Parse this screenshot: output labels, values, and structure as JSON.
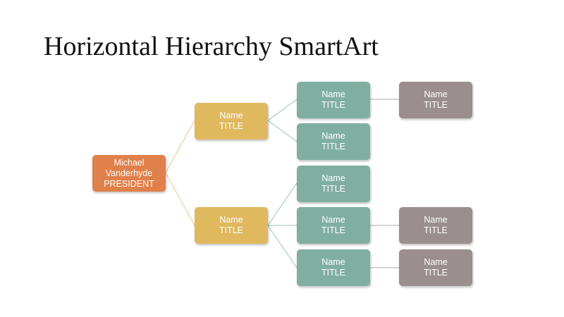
{
  "title": "Horizontal Hierarchy SmartArt",
  "colors": {
    "president": "#E0804A",
    "level2": "#E0B85E",
    "level3": "#80AFA2",
    "level4": "#9A8F8E"
  },
  "president": {
    "line1": "Michael",
    "line2": "Vanderhyde",
    "role": "PRESIDENT"
  },
  "level2": [
    {
      "name": "Name",
      "role": "TITLE"
    },
    {
      "name": "Name",
      "role": "TITLE"
    }
  ],
  "level3": [
    {
      "name": "Name",
      "role": "TITLE"
    },
    {
      "name": "Name",
      "role": "TITLE"
    },
    {
      "name": "Name",
      "role": "TITLE"
    },
    {
      "name": "Name",
      "role": "TITLE"
    },
    {
      "name": "Name",
      "role": "TITLE"
    }
  ],
  "level4": [
    {
      "name": "Name",
      "role": "TITLE"
    },
    {
      "name": "Name",
      "role": "TITLE"
    },
    {
      "name": "Name",
      "role": "TITLE"
    }
  ]
}
